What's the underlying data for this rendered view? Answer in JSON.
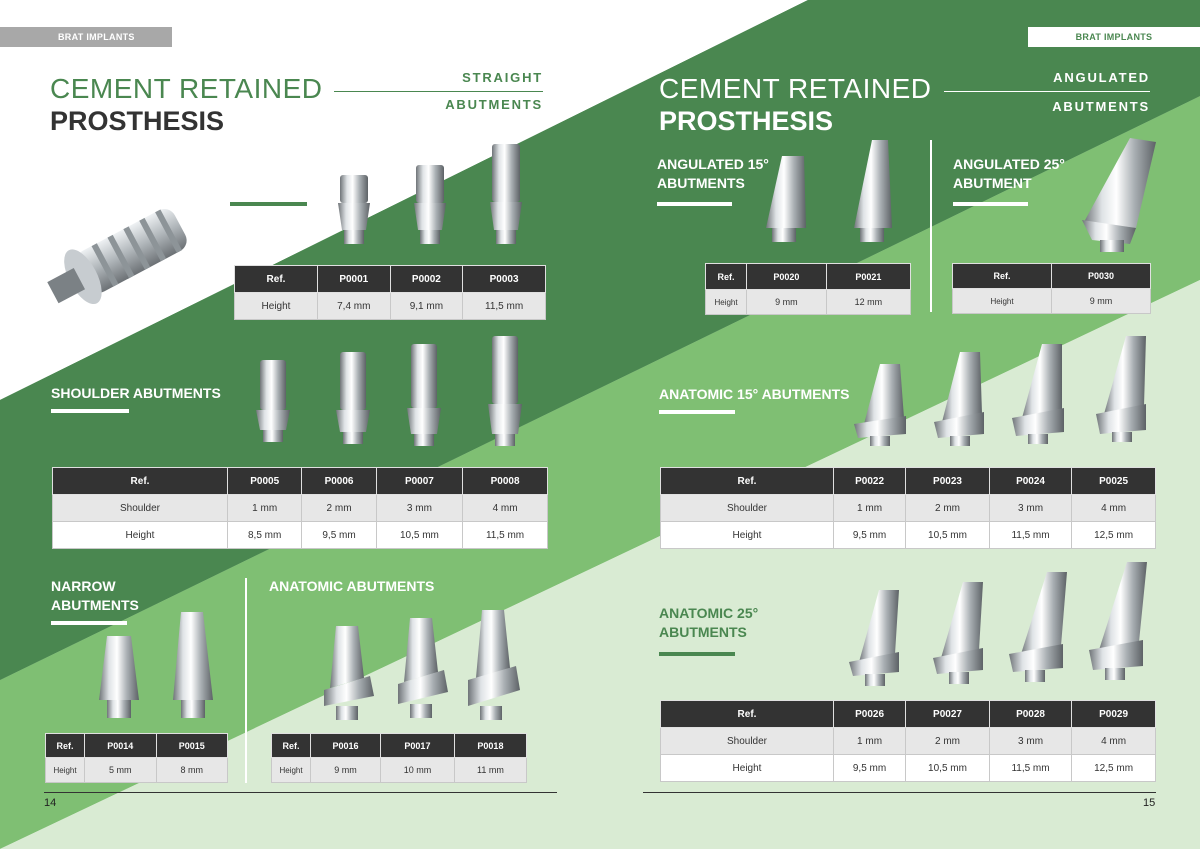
{
  "brand": "BRAT IMPLANTS",
  "colors": {
    "dark_green": "#4a8750",
    "mid_green": "#7fbf73",
    "light_green": "#d9ebd3",
    "header_gray": "#a8a8a8",
    "table_header": "#333333"
  },
  "left_page": {
    "title_light": "CEMENT RETAINED",
    "title_bold": "PROSTHESIS",
    "sub_1": "STRAIGHT",
    "sub_2": "ABUTMENTS",
    "page_number": "14",
    "standard": {
      "title_1": "STANDARD",
      "title_2": "ABUTMENTS",
      "ref_label": "Ref.",
      "refs": [
        "P0001",
        "P0002",
        "P0003"
      ],
      "row_label": "Height",
      "values": [
        "7,4 mm",
        "9,1 mm",
        "11,5 mm"
      ]
    },
    "shoulder": {
      "title": "SHOULDER ABUTMENTS",
      "ref_label": "Ref.",
      "refs": [
        "P0005",
        "P0006",
        "P0007",
        "P0008"
      ],
      "row1_label": "Shoulder",
      "row1": [
        "1 mm",
        "2 mm",
        "3 mm",
        "4 mm"
      ],
      "row2_label": "Height",
      "row2": [
        "8,5 mm",
        "9,5 mm",
        "10,5 mm",
        "11,5 mm"
      ]
    },
    "narrow": {
      "title_1": "NARROW",
      "title_2": "ABUTMENTS",
      "ref_label": "Ref.",
      "refs": [
        "P0014",
        "P0015"
      ],
      "row_label": "Height",
      "values": [
        "5 mm",
        "8 mm"
      ]
    },
    "anatomic": {
      "title": "ANATOMIC ABUTMENTS",
      "ref_label": "Ref.",
      "refs": [
        "P0016",
        "P0017",
        "P0018"
      ],
      "row_label": "Height",
      "values": [
        "9 mm",
        "10 mm",
        "11 mm"
      ]
    }
  },
  "right_page": {
    "title_light": "CEMENT RETAINED",
    "title_bold": "PROSTHESIS",
    "sub_1": "ANGULATED",
    "sub_2": "ABUTMENTS",
    "page_number": "15",
    "ang15": {
      "title_1": "ANGULATED 15°",
      "title_2": "ABUTMENTS",
      "ref_label": "Ref.",
      "refs": [
        "P0020",
        "P0021"
      ],
      "row_label": "Height",
      "values": [
        "9 mm",
        "12 mm"
      ]
    },
    "ang25": {
      "title_1": "ANGULATED 25°",
      "title_2": "ABUTMENT",
      "ref_label": "Ref.",
      "refs": [
        "P0030"
      ],
      "row_label": "Height",
      "values": [
        "9 mm"
      ]
    },
    "anat15": {
      "title": "ANATOMIC 15° ABUTMENTS",
      "ref_label": "Ref.",
      "refs": [
        "P0022",
        "P0023",
        "P0024",
        "P0025"
      ],
      "row1_label": "Shoulder",
      "row1": [
        "1 mm",
        "2 mm",
        "3 mm",
        "4 mm"
      ],
      "row2_label": "Height",
      "row2": [
        "9,5 mm",
        "10,5 mm",
        "11,5 mm",
        "12,5 mm"
      ]
    },
    "anat25": {
      "title_1": "ANATOMIC 25°",
      "title_2": "ABUTMENTS",
      "ref_label": "Ref.",
      "refs": [
        "P0026",
        "P0027",
        "P0028",
        "P0029"
      ],
      "row1_label": "Shoulder",
      "row1": [
        "1 mm",
        "2 mm",
        "3 mm",
        "4 mm"
      ],
      "row2_label": "Height",
      "row2": [
        "9,5 mm",
        "10,5 mm",
        "11,5 mm",
        "12,5 mm"
      ]
    }
  }
}
